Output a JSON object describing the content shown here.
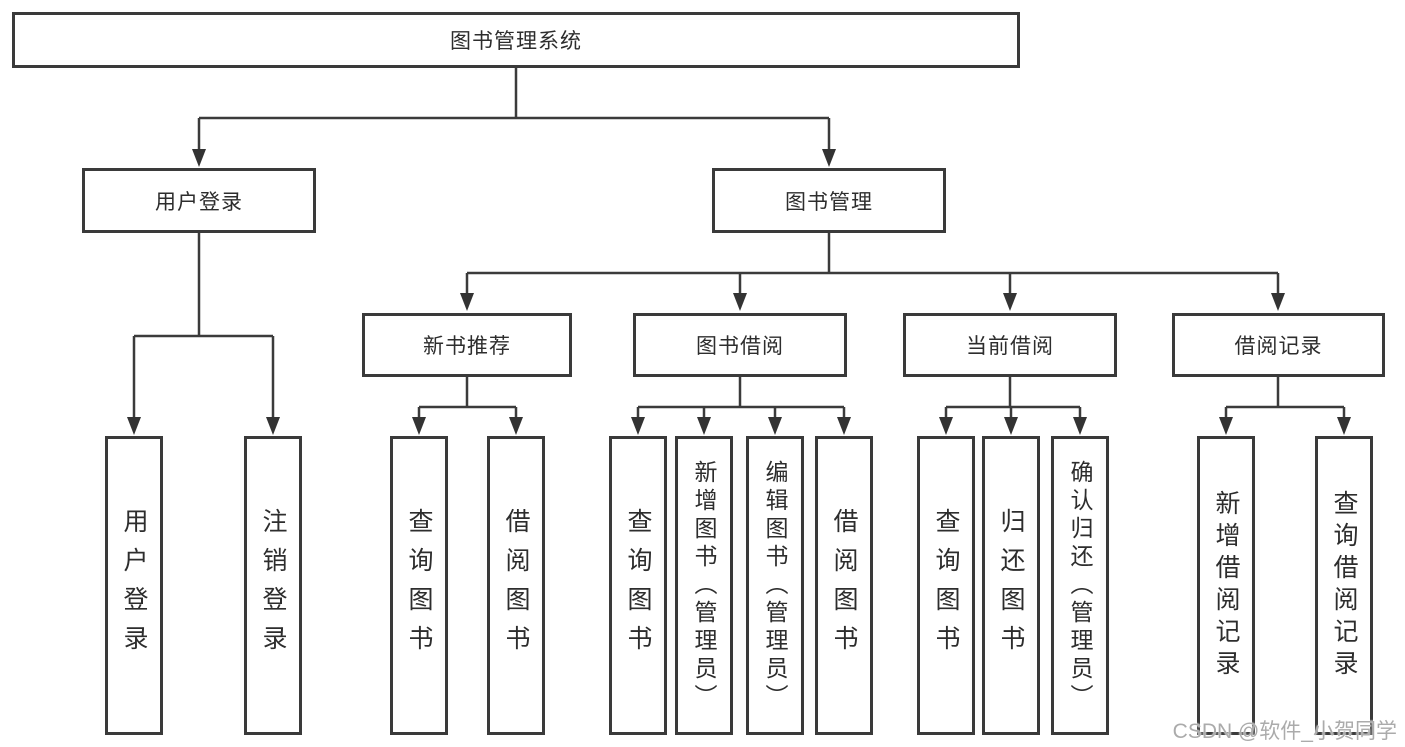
{
  "nodes": {
    "root": "图书管理系统",
    "level1": {
      "user_login": "用户登录",
      "book_management": "图书管理"
    },
    "level2": {
      "new_book_recommend": "新书推荐",
      "book_borrow": "图书借阅",
      "current_borrow": "当前借阅",
      "borrow_record": "借阅记录"
    },
    "leaves": {
      "user_login": "用户登录",
      "logout": "注销登录",
      "query_book_recommend": "查询图书",
      "borrow_book_recommend": "借阅图书",
      "query_book_borrow": "查询图书",
      "add_book_admin": "新增图书（管理员）",
      "edit_book_admin": "编辑图书（管理员）",
      "borrow_book_borrow": "借阅图书",
      "query_book_current": "查询图书",
      "return_book": "归还图书",
      "confirm_return_admin": "确认归还（管理员）",
      "add_borrow_record": "新增借阅记录",
      "query_borrow_record": "查询借阅记录"
    }
  },
  "watermark": "CSDN @软件_小贺同学",
  "colors": {
    "line": "#3b3b3b",
    "box_border": "#3a3a3a",
    "text": "#2d2d2d",
    "watermark": "#ababab",
    "background": "#ffffff"
  }
}
